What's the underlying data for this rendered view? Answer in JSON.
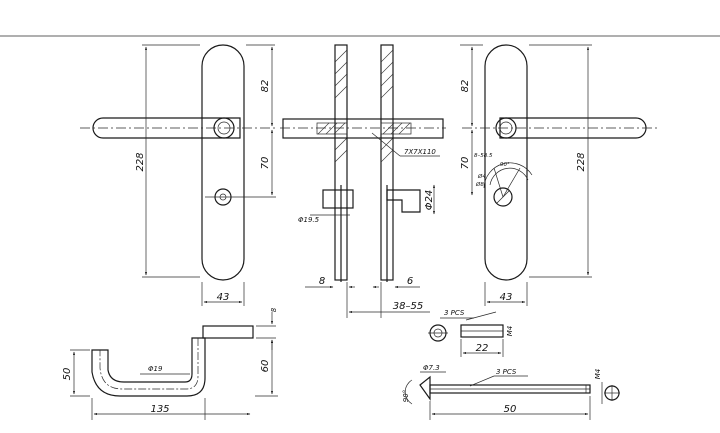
{
  "views": {
    "front_left": {
      "dim_top": "82",
      "dim_mid": "70",
      "dim_total": "228",
      "dim_width": "43"
    },
    "section": {
      "spindle_label": "7X7X110",
      "dia_boss": "Φ19.5",
      "dia_rose": "Φ24",
      "dim_left": "8",
      "dim_right": "6",
      "door_range": "38–55"
    },
    "front_right": {
      "dim_top": "82",
      "dim_mid": "70",
      "dim_total": "228",
      "dim_width": "43",
      "thumb_a": "8–58.5",
      "thumb_b": "Ø4",
      "thumb_c": "Ø8",
      "thumb_angle": "90°"
    },
    "screw_small": {
      "qty": "3 PCS",
      "thread": "M4",
      "length": "22"
    },
    "lever": {
      "dim_height": "50",
      "dim_diameter": "Φ19",
      "dim_length": "135",
      "dim_drop": "60",
      "dim_thickness": "8"
    },
    "screw_long": {
      "head_dia": "Φ7.3",
      "angle": "90°",
      "qty": "3 PCS",
      "thread": "M4",
      "length": "50"
    }
  },
  "colors": {
    "line": "#1a1a1a",
    "background": "#ffffff"
  }
}
